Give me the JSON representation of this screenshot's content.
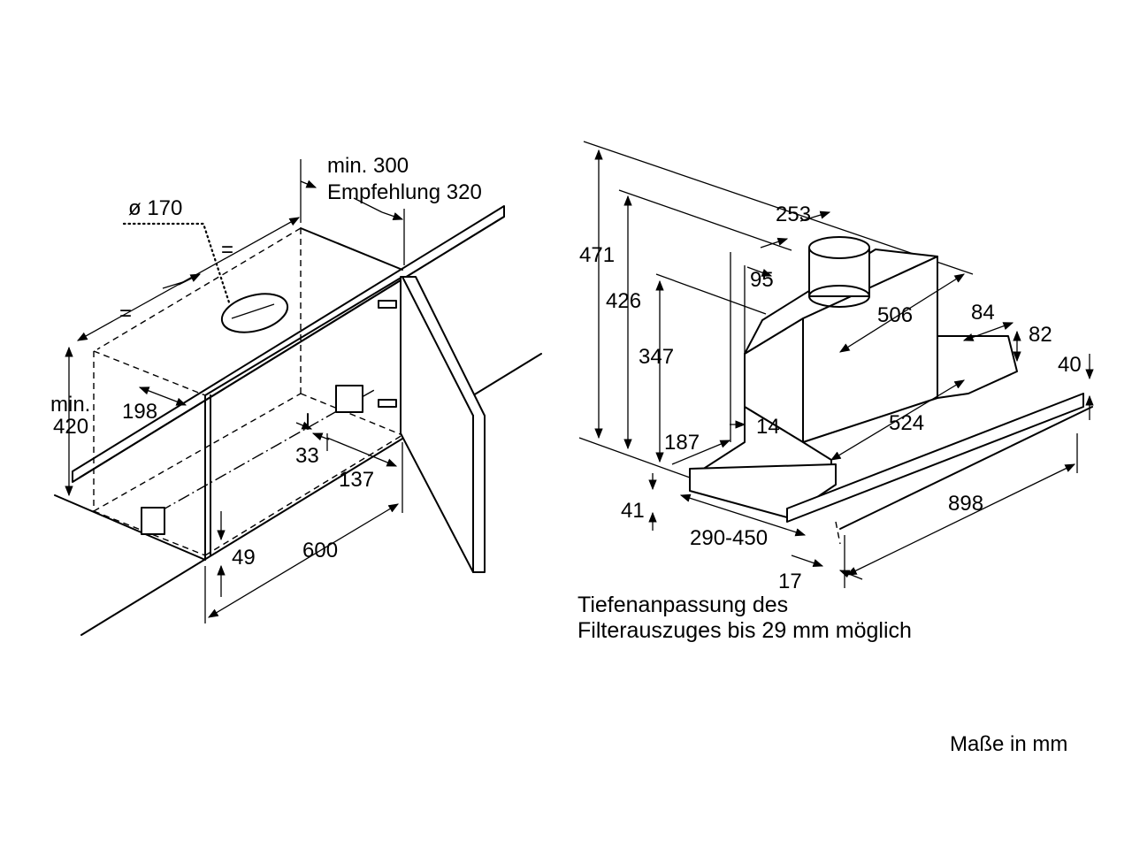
{
  "left_view": {
    "duct_diameter": "ø 170",
    "min_distance": "min. 300",
    "recommendation": "Empfehlung 320",
    "equal_mark_1": "=",
    "equal_mark_2": "=",
    "min_label": "min.",
    "min_height": "420",
    "dim_198": "198",
    "dim_33": "33",
    "dim_137": "137",
    "dim_49": "49",
    "dim_600": "600"
  },
  "right_view": {
    "dim_471": "471",
    "dim_426": "426",
    "dim_347": "347",
    "dim_253": "253",
    "dim_95": "95",
    "dim_506": "506",
    "dim_84": "84",
    "dim_82": "82",
    "dim_40": "40",
    "dim_14": "14",
    "dim_187": "187",
    "dim_524": "524",
    "dim_41": "41",
    "dim_898": "898",
    "dim_290_450": "290-450",
    "dim_17": "17"
  },
  "notes": {
    "line1": "Tiefenanpassung des",
    "line2": "Filterauszuges bis 29 mm möglich",
    "units": "Maße in mm"
  }
}
